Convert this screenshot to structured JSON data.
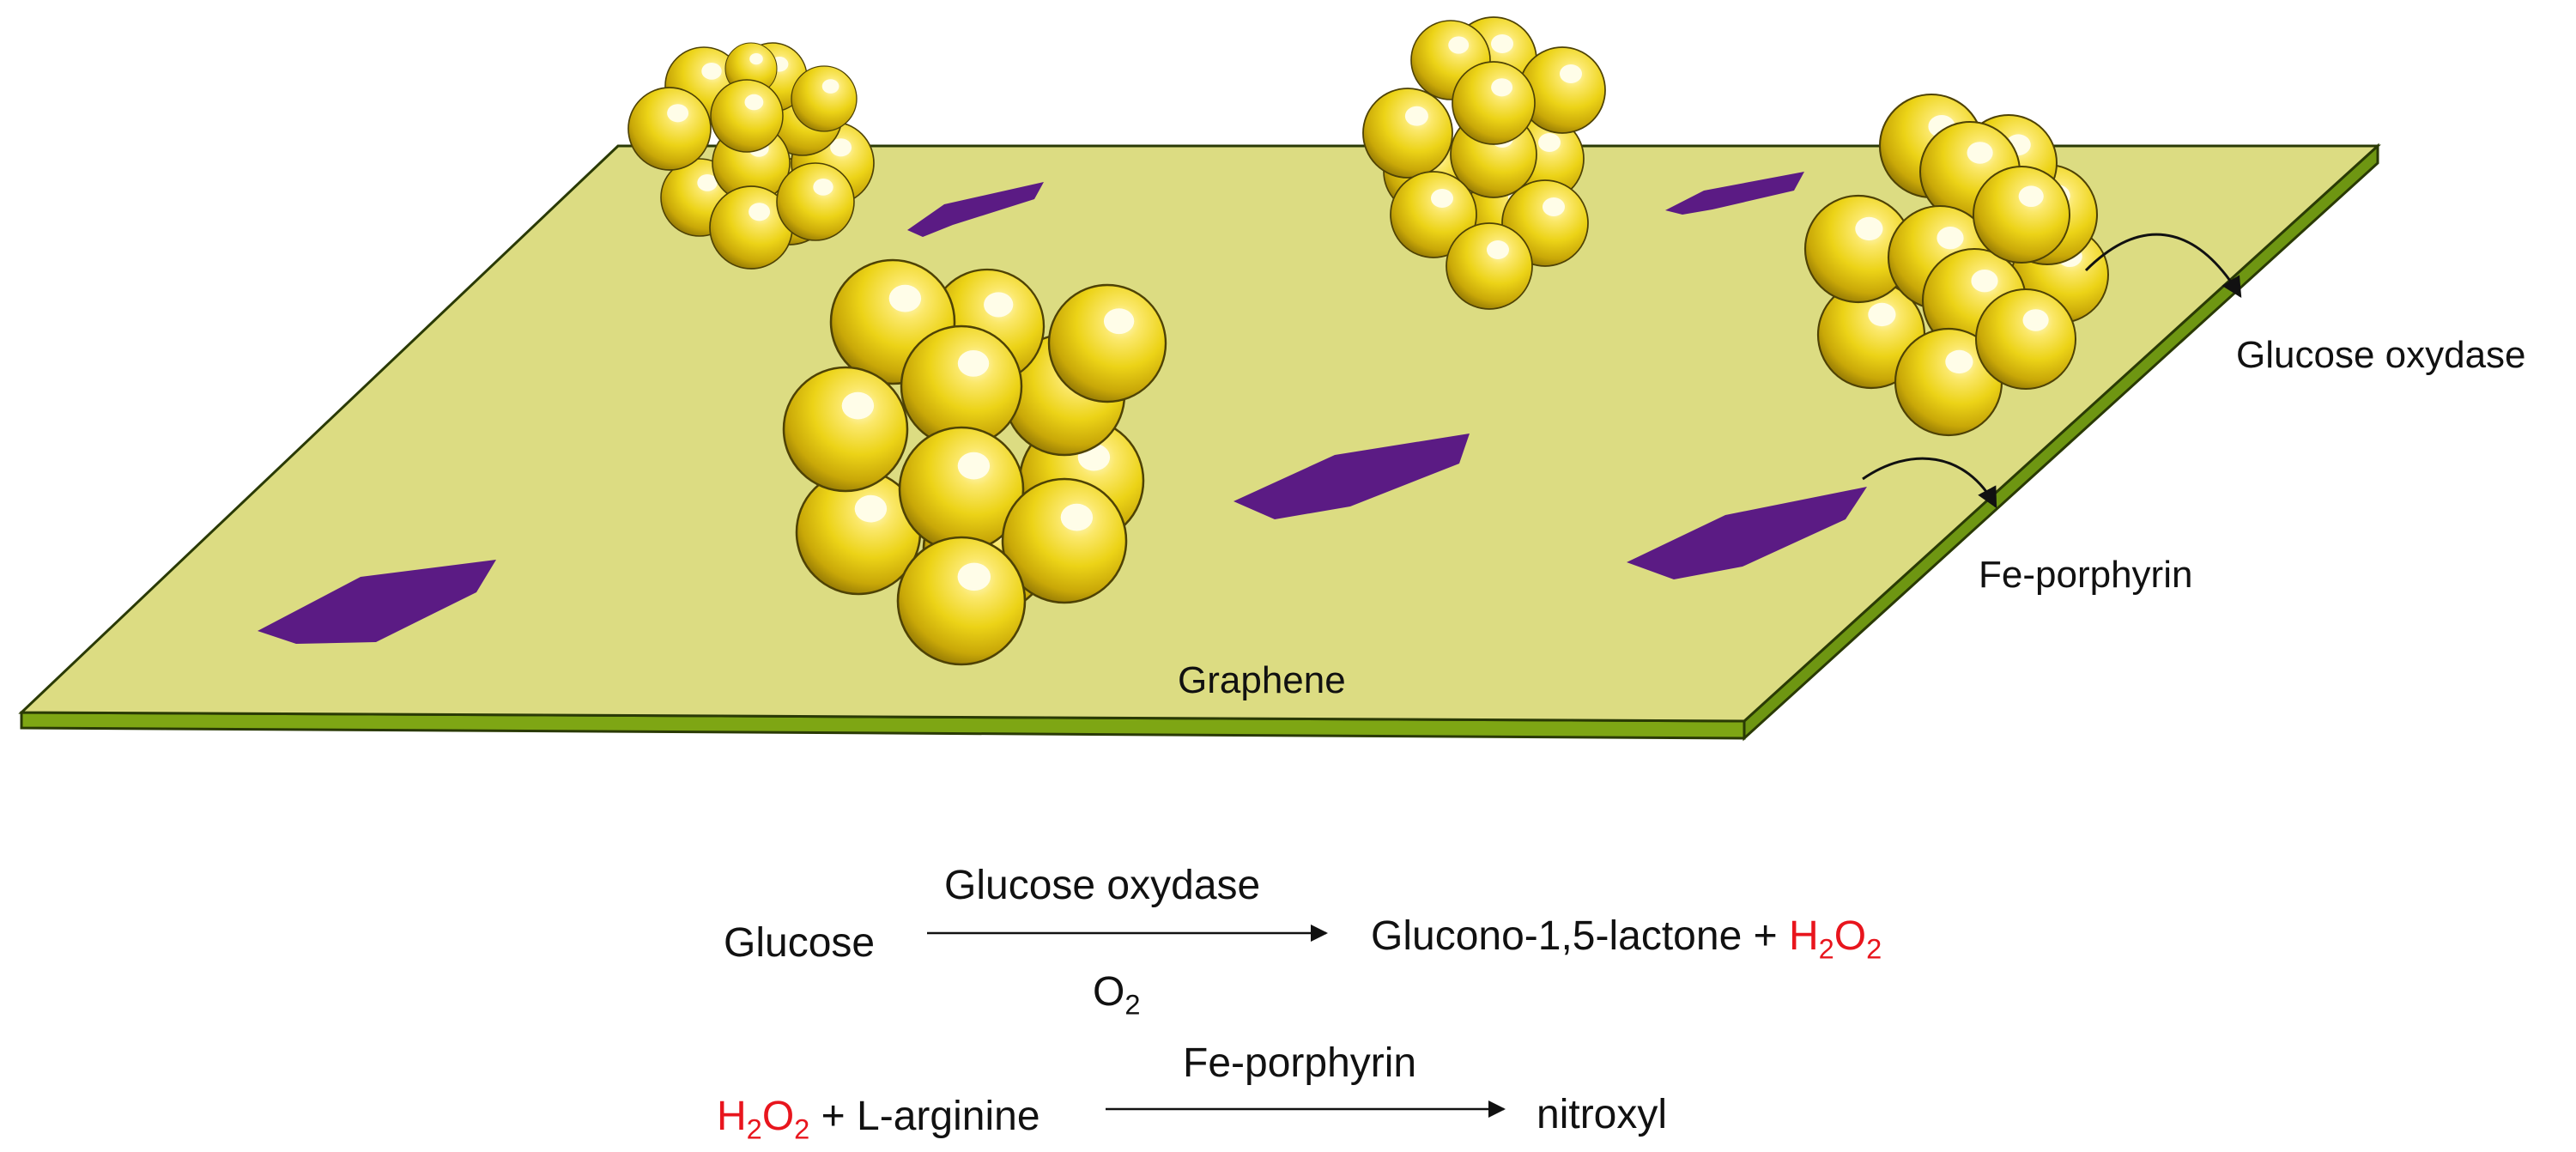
{
  "labels": {
    "glucose_oxidase": "Glucose oxydase",
    "fe_porphyrin": "Fe-porphyrin",
    "graphene": "Graphene"
  },
  "reaction1": {
    "reactant": "Glucose",
    "catalyst": "Glucose oxydase",
    "cosubstrate_base": "O",
    "cosubstrate_sub": "2",
    "product": "Glucono-1,5-lactone +",
    "h2o2": {
      "h": "H",
      "sub1": "2",
      "o": "O",
      "sub2": "2"
    }
  },
  "reaction2": {
    "h2o2": {
      "h": "H",
      "sub1": "2",
      "o": "O",
      "sub2": "2"
    },
    "reactant_rest": "+ L-arginine",
    "catalyst": "Fe-porphyrin",
    "product": "nitroxyl"
  },
  "colors": {
    "graphene_top": "#dcdc82",
    "graphene_edge": "#7ea614",
    "porphyrin": "#5b1b84",
    "gold": "#e8cc10",
    "highlight_red": "#e8151d"
  }
}
